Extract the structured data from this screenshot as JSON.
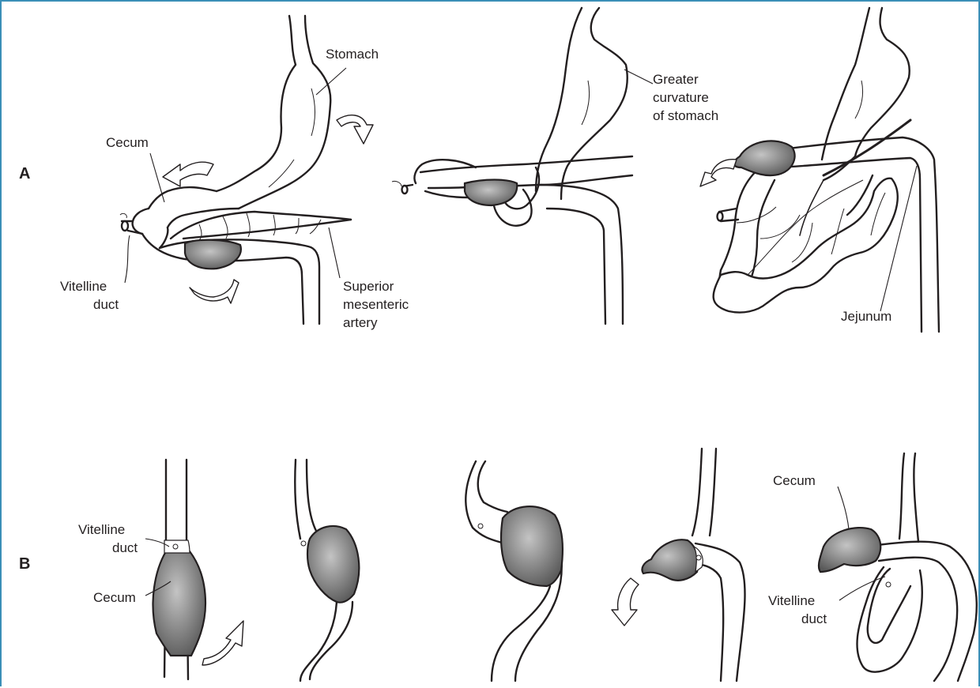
{
  "panels": {
    "a": "A",
    "b": "B"
  },
  "labels": {
    "stomach": "Stomach",
    "greater_curvature": [
      "Greater",
      "curvature",
      "of stomach"
    ],
    "cecum_a": "Cecum",
    "vitelline_duct_a": [
      "Vitelline",
      "duct"
    ],
    "superior_mesenteric_artery": [
      "Superior",
      "mesenteric",
      "artery"
    ],
    "jejunum": "Jejunum",
    "vitelline_duct_b1": [
      "Vitelline",
      "duct"
    ],
    "cecum_b1": "Cecum",
    "cecum_b5": "Cecum",
    "vitelline_duct_b5": [
      "Vitelline",
      "duct"
    ]
  },
  "colors": {
    "frame": "#3a8fb7",
    "line": "#231f20",
    "cecum_light": "#b8b8b8",
    "cecum_dark": "#5e5e5e"
  }
}
